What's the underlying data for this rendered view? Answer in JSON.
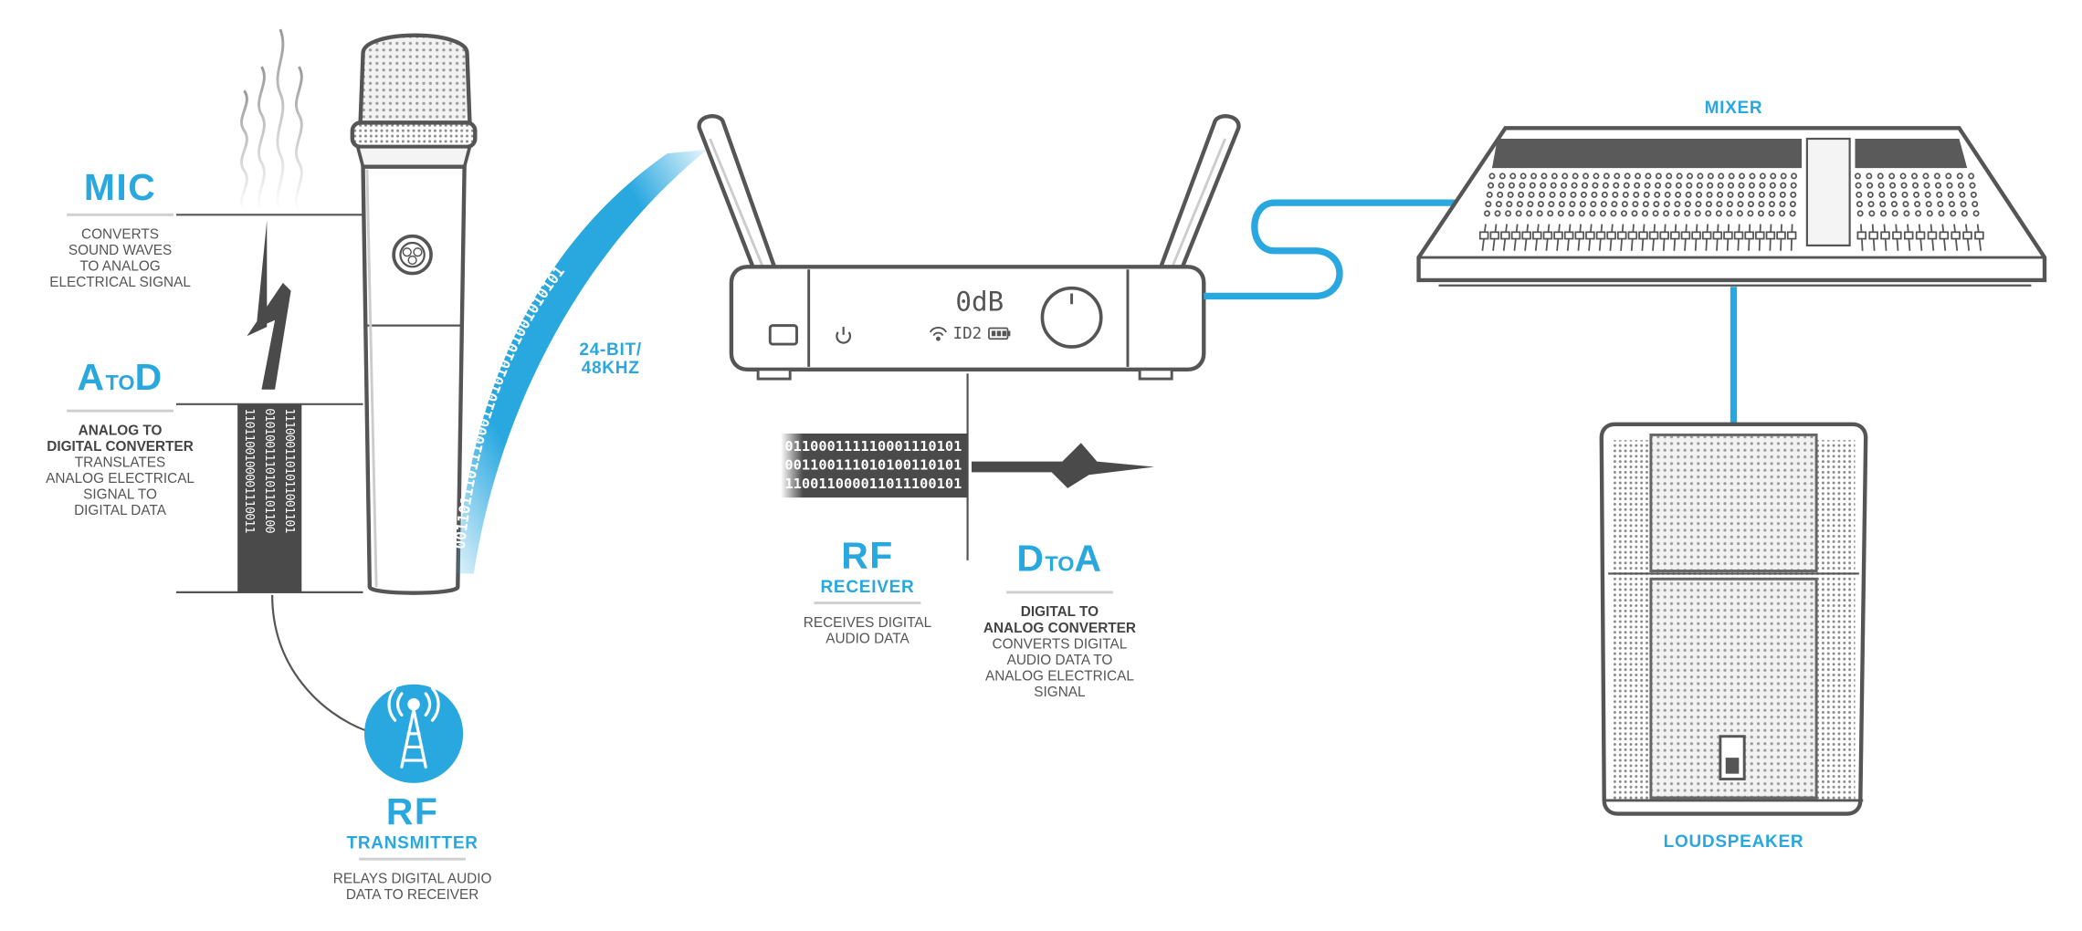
{
  "mic": {
    "title": "MIC",
    "desc": [
      "CONVERTS",
      "SOUND WAVES",
      "TO ANALOG",
      "ELECTRICAL SIGNAL"
    ]
  },
  "atod": {
    "title_a": "A",
    "title_to": "TO",
    "title_d": "D",
    "desc_bold": [
      "ANALOG TO",
      "DIGITAL CONVERTER"
    ],
    "desc": [
      "TRANSLATES",
      "ANALOG ELECTRICAL",
      "SIGNAL TO",
      "DIGITAL DATA"
    ],
    "binary_cols": [
      "1101100100001110011",
      "0101001110101101100",
      "1110001101011001101"
    ]
  },
  "rf_tx": {
    "title": "RF",
    "subtitle": "TRANSMITTER",
    "desc": [
      "RELAYS DIGITAL AUDIO",
      "DATA TO RECEIVER"
    ]
  },
  "wave": {
    "label": [
      "24-BIT/",
      "48KHZ"
    ],
    "binary": "0011011101110001101010101001010101"
  },
  "receiver": {
    "display_level": "0dB",
    "display_id": "ID2"
  },
  "rf_rx": {
    "title": "RF",
    "subtitle": "RECEIVER",
    "desc": [
      "RECEIVES DIGITAL",
      "AUDIO DATA"
    ]
  },
  "rx_binary": [
    "011000111110001110101",
    "001100111010100110101",
    "110011000011011100101"
  ],
  "dtoa": {
    "title_d": "D",
    "title_to": "TO",
    "title_a": "A",
    "desc_bold": [
      "DIGITAL TO",
      "ANALOG CONVERTER"
    ],
    "desc": [
      "CONVERTS DIGITAL",
      "AUDIO DATA TO",
      "ANALOG ELECTRICAL",
      "SIGNAL"
    ]
  },
  "mixer": {
    "title": "MIXER"
  },
  "loudspeaker": {
    "title": "LOUDSPEAKER"
  },
  "colors": {
    "accent": "#29a8e0",
    "stroke": "#555555",
    "dark": "#4a4a4a"
  }
}
